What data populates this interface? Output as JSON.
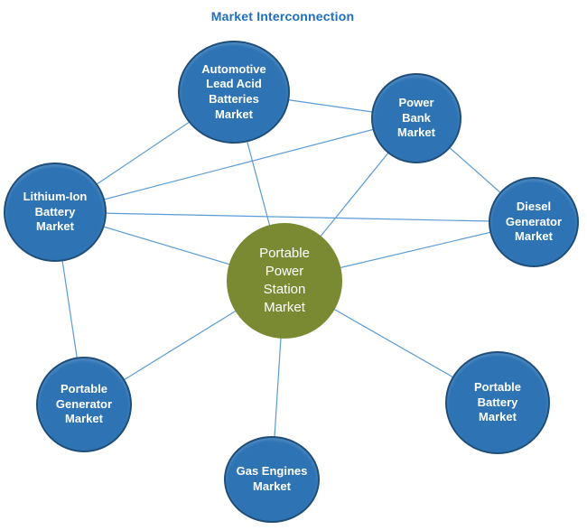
{
  "title": "Market Interconnection",
  "colors": {
    "title_text": "#1F6FBF",
    "node_fill_blue": "#2E74B5",
    "node_border_blue": "#1F4E79",
    "node_fill_green": "#7A8A33",
    "edge_line": "#5B9BD5",
    "node_text": "#FFFFFF"
  },
  "diagram": {
    "type": "network",
    "nodes": {
      "center": {
        "label": "Portable Power Station Market",
        "role": "central"
      },
      "automotive": {
        "label": "Automotive Lead Acid Batteries Market",
        "role": "satellite"
      },
      "power_bank": {
        "label": "Power Bank Market",
        "role": "satellite"
      },
      "diesel": {
        "label": "Diesel Generator Market",
        "role": "satellite"
      },
      "lithium": {
        "label": "Lithium-Ion Battery Market",
        "role": "satellite"
      },
      "generator": {
        "label": "Portable Generator Market",
        "role": "satellite"
      },
      "gas_engines": {
        "label": "Gas Engines Market",
        "role": "satellite"
      },
      "battery": {
        "label": "Portable Battery Market",
        "role": "satellite"
      }
    },
    "edges": [
      [
        "lithium",
        "automotive"
      ],
      [
        "lithium",
        "power_bank"
      ],
      [
        "lithium",
        "diesel"
      ],
      [
        "lithium",
        "generator"
      ],
      [
        "lithium",
        "center"
      ],
      [
        "automotive",
        "power_bank"
      ],
      [
        "automotive",
        "center"
      ],
      [
        "power_bank",
        "center"
      ],
      [
        "power_bank",
        "diesel"
      ],
      [
        "center",
        "diesel"
      ],
      [
        "center",
        "generator"
      ],
      [
        "center",
        "gas_engines"
      ],
      [
        "center",
        "battery"
      ]
    ]
  }
}
